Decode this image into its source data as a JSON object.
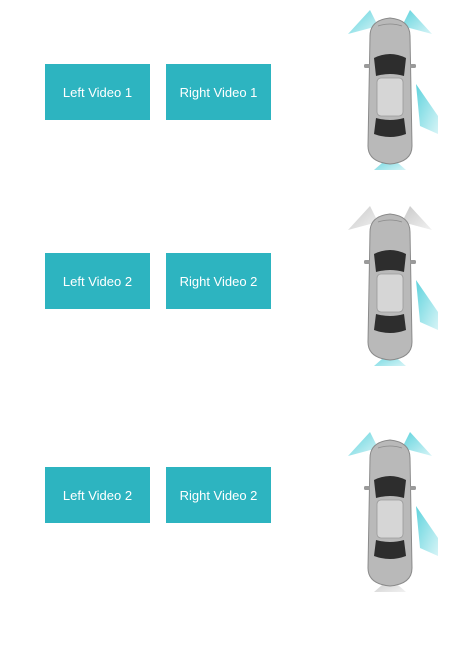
{
  "rows": [
    {
      "left_label": "Left Video 1",
      "right_label": "Right Video 1",
      "car_icon": "car-top-view-icon",
      "active_zones": [
        "front-left",
        "front-right",
        "rear-right",
        "rear"
      ]
    },
    {
      "left_label": "Left Video 2",
      "right_label": "Right Video 2",
      "car_icon": "car-top-view-icon",
      "active_zones": [
        "rear-right",
        "rear"
      ]
    },
    {
      "left_label": "Left Video 2",
      "right_label": "Right Video 2",
      "car_icon": "car-top-view-icon",
      "active_zones": [
        "front-left",
        "front-right",
        "rear-right"
      ]
    }
  ],
  "colors": {
    "button": "#2db4c0",
    "button_text": "#ffffff",
    "zone_active": "#5fd3dd",
    "zone_inactive": "#c8c8c8",
    "car_body": "#b9b9b9"
  }
}
